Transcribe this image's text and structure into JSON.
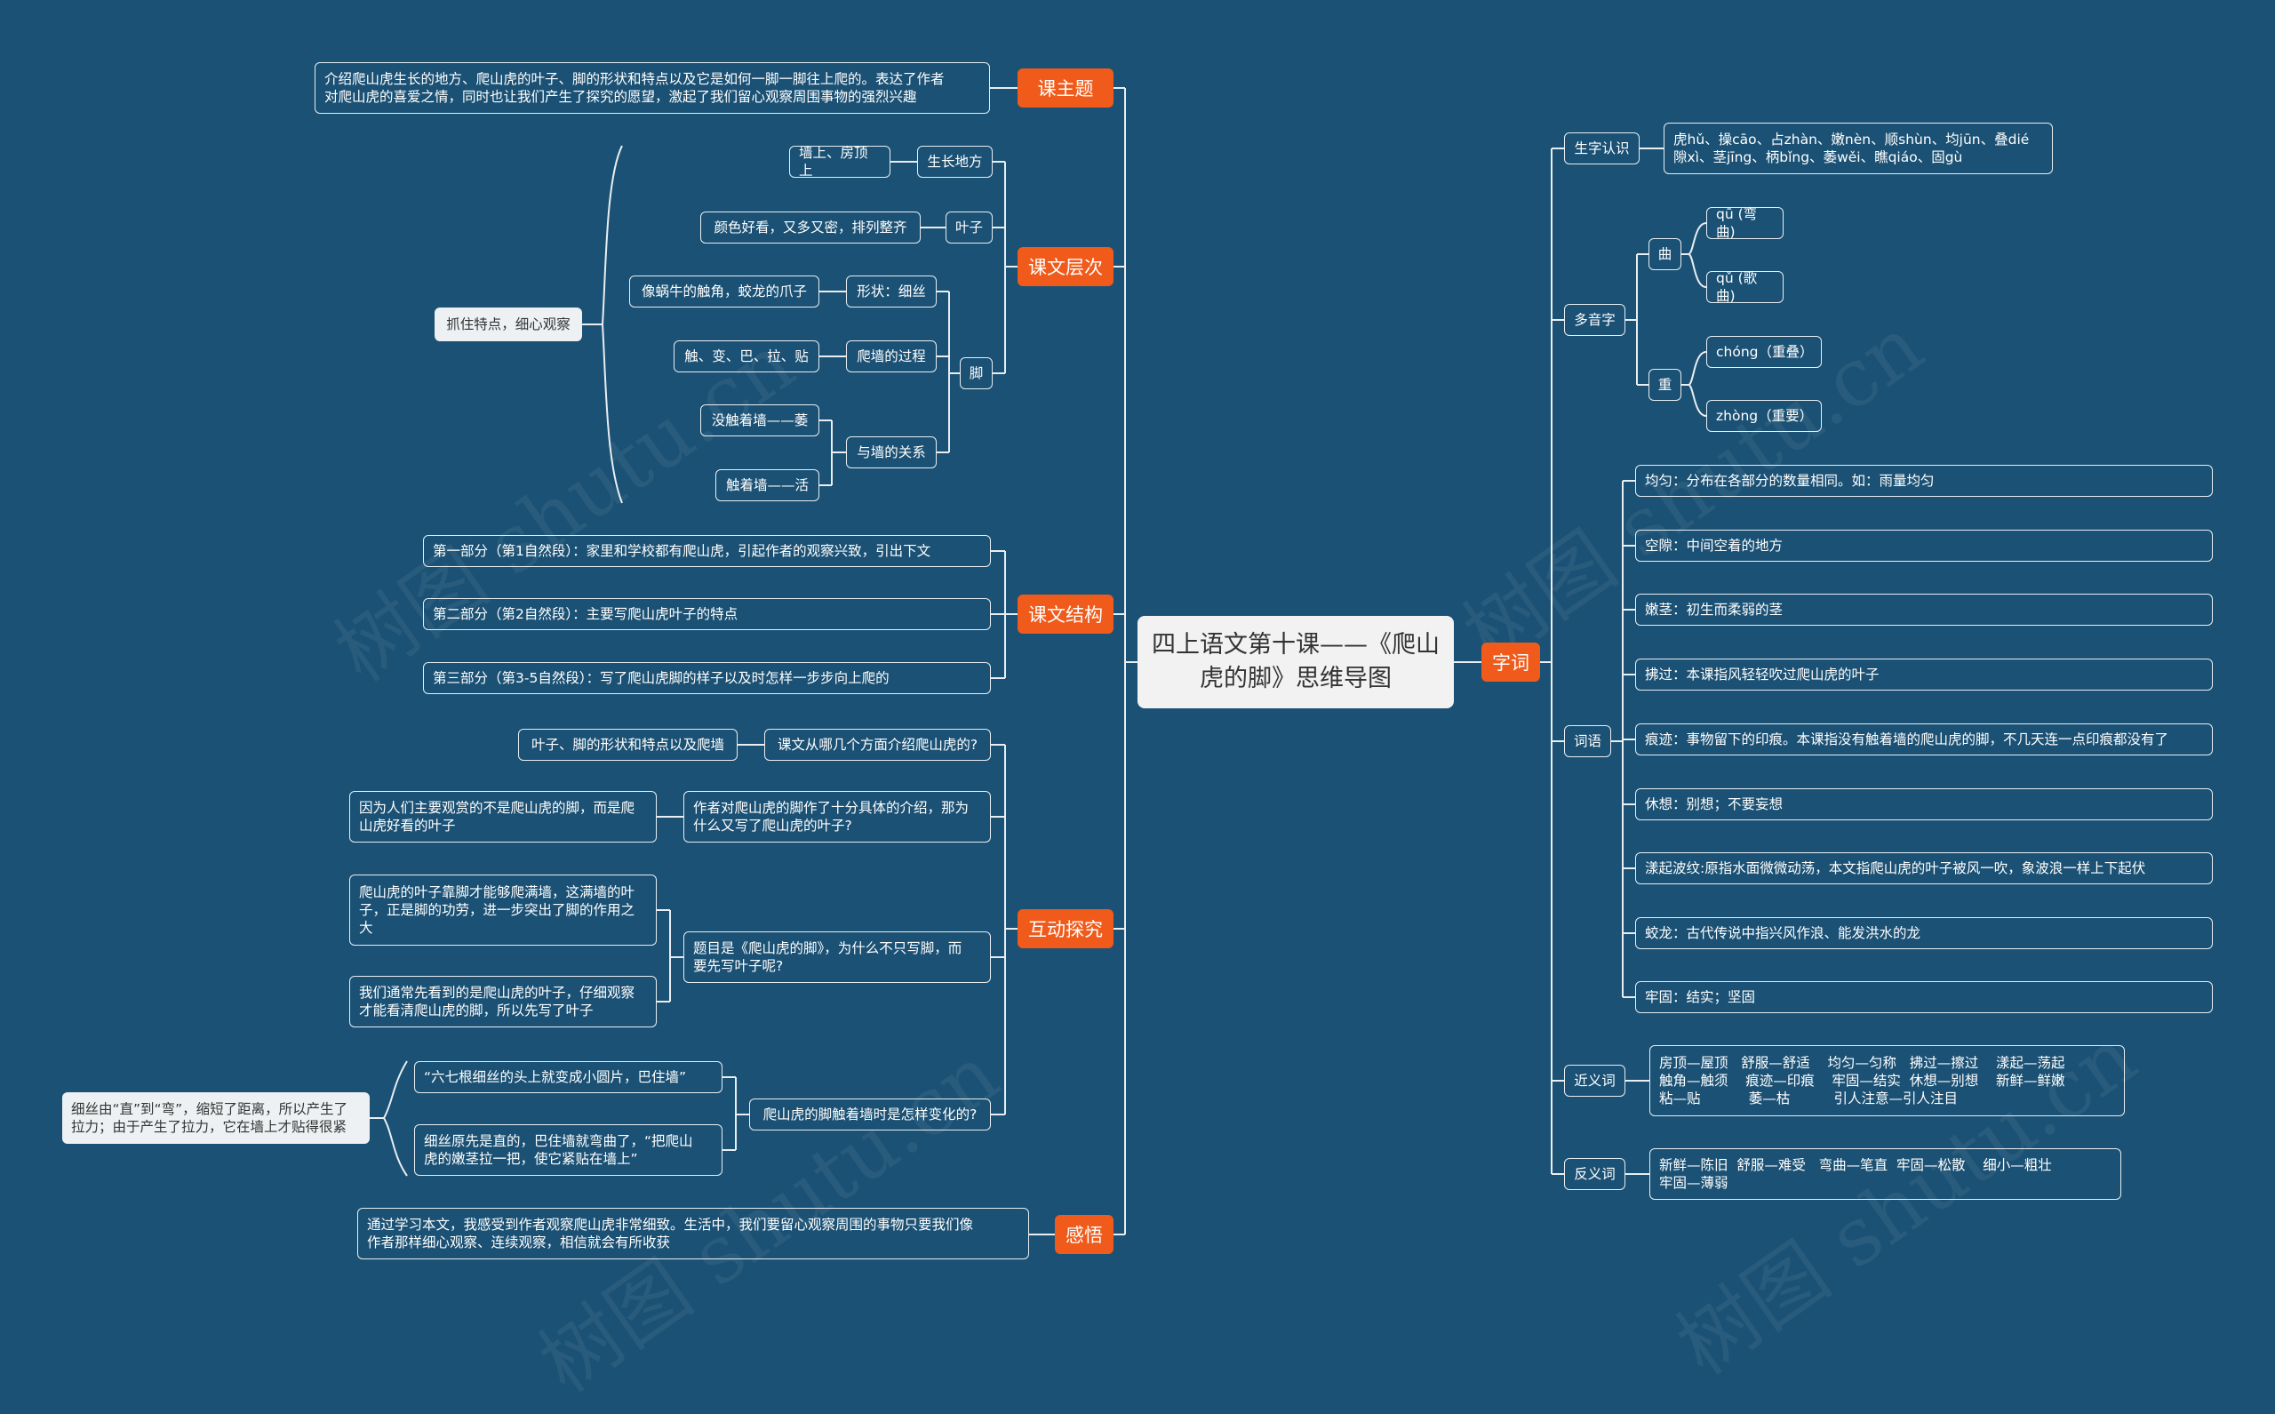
{
  "root": {
    "title": "四上语文第十课——《爬山虎的脚》思维导图"
  },
  "colors": {
    "background": "#1b5174",
    "branch": "#f05a1a",
    "line": "#e8eef2",
    "root_bg": "#f2f2f2"
  },
  "watermark": "树图 shutu.cn",
  "left": {
    "theme": {
      "label": "课主题",
      "text": "介绍爬山虎生长的地方、爬山虎的叶子、脚的形状和特点以及它是如何一脚一脚往上爬的。表达了作者\n对爬山虎的喜爱之情，同时也让我们产生了探究的愿望，激起了我们留心观察周围事物的强烈兴趣"
    },
    "levels": {
      "label": "课文层次",
      "place": {
        "label": "生长地方",
        "detail": "墙上、房顶上"
      },
      "leaf": {
        "label": "叶子",
        "detail": "颜色好看，又多又密，排列整齐"
      },
      "foot": {
        "label": "脚",
        "shape": {
          "label": "形状：细丝",
          "detail": "像蜗牛的触角，蛟龙的爪子"
        },
        "climb": {
          "label": "爬墙的过程",
          "detail": "触、变、巴、拉、贴"
        },
        "relation": {
          "label": "与墙的关系",
          "items": [
            "没触着墙——萎",
            "触着墙——活"
          ]
        }
      },
      "summary": "抓住特点，细心观察"
    },
    "structure": {
      "label": "课文结构",
      "parts": [
        "第一部分（第1自然段）：家里和学校都有爬山虎，引起作者的观察兴致，引出下文",
        "第二部分（第2自然段）：主要写爬山虎叶子的特点",
        "第三部分（第3-5自然段）：写了爬山虎脚的样子以及时怎样一步步向上爬的"
      ]
    },
    "explore": {
      "label": "互动探究",
      "q1": {
        "q": "课文从哪几个方面介绍爬山虎的?",
        "a": "叶子、脚的形状和特点以及爬墙"
      },
      "q2": {
        "q": "作者对爬山虎的脚作了十分具体的介绍，那为\n什么又写了爬山虎的叶子?",
        "a": "因为人们主要观赏的不是爬山虎的脚，而是爬\n山虎好看的叶子"
      },
      "q3": {
        "q": "题目是《爬山虎的脚》，为什么不只写脚，而\n要先写叶子呢?",
        "a1": "爬山虎的叶子靠脚才能够爬满墙，这满墙的叶\n子，正是脚的功劳，进一步突出了脚的作用之\n大",
        "a2": "我们通常先看到的是爬山虎的叶子，仔细观察\n才能看清爬山虎的脚，所以先写了叶子"
      },
      "q4": {
        "q": "爬山虎的脚触着墙时是怎样变化的?",
        "a1": "“六七根细丝的头上就变成小圆片，巴住墙”",
        "a2": "细丝原先是直的，巴住墙就弯曲了，“把爬山\n虎的嫩茎拉一把，使它紧贴在墙上”",
        "note": "细丝由“直”到“弯”，缩短了距离，所以产生了\n拉力；由于产生了拉力，它在墙上才贴得很紧"
      }
    },
    "feeling": {
      "label": "感悟",
      "text": "通过学习本文，我感受到作者观察爬山虎非常细致。生活中，我们要留心观察周围的事物只要我们像\n作者那样细心观察、连续观察，相信就会有所收获"
    }
  },
  "right": {
    "label": "字词",
    "shengzi": {
      "label": "生字认识",
      "text": "虎hǔ、操cāo、占zhàn、嫩nèn、顺shùn、均jūn、叠dié\n隙xì、茎jīng、柄bǐng、萎wěi、瞧qiáo、固gù"
    },
    "duoyin": {
      "label": "多音字",
      "qu": {
        "label": "曲",
        "items": [
          "qū (弯曲)",
          "qǔ (歌曲)"
        ]
      },
      "zhong": {
        "label": "重",
        "items": [
          "chóng（重叠）",
          "zhòng（重要）"
        ]
      }
    },
    "ciyu": {
      "label": "词语",
      "items": [
        "均匀：分布在各部分的数量相同。如：雨量均匀",
        "空隙：中间空着的地方",
        "嫩茎：初生而柔弱的茎",
        "拂过：本课指风轻轻吹过爬山虎的叶子",
        "痕迹：事物留下的印痕。本课指没有触着墙的爬山虎的脚，不几天连一点印痕都没有了",
        "休想：别想；不要妄想",
        "漾起波纹:原指水面微微动荡，本文指爬山虎的叶子被风一吹，象波浪一样上下起伏",
        "蛟龙：古代传说中指兴风作浪、能发洪水的龙",
        "牢固：结实；坚固"
      ]
    },
    "jinyi": {
      "label": "近义词",
      "text": "房顶—屋顶   舒服—舒适    均匀—匀称   拂过—擦过    漾起—荡起\n触角—触须    痕迹—印痕    牢固—结实  休想—别想    新鲜—鲜嫩\n粘—贴           萎—枯          引人注意—引人注目"
    },
    "fanyi": {
      "label": "反义词",
      "text": "新鲜—陈旧  舒服—难受   弯曲—笔直  牢固—松散    细小—粗壮\n牢固—薄弱"
    }
  }
}
